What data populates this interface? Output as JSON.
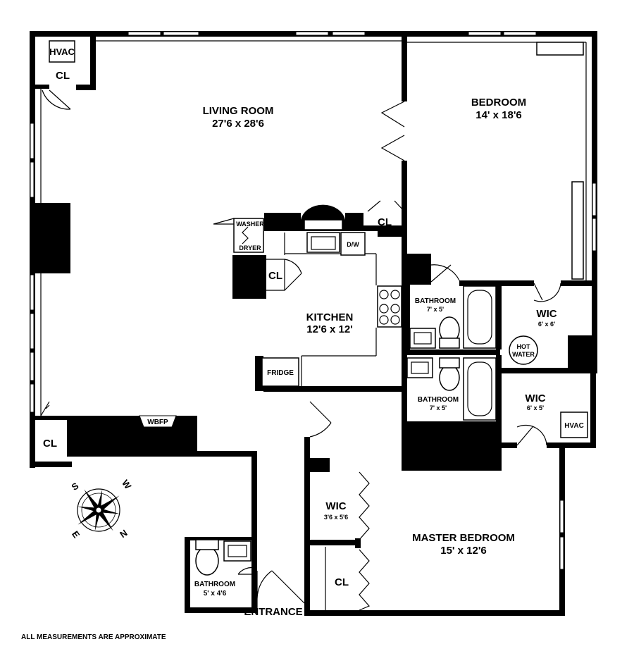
{
  "rooms": {
    "living_room": {
      "name": "LIVING ROOM",
      "size": "27'6 x 28'6"
    },
    "bedroom": {
      "name": "BEDROOM",
      "size": "14' x 18'6"
    },
    "kitchen": {
      "name": "KITCHEN",
      "size": "12'6 x 12'"
    },
    "bathroom_a": {
      "name": "BATHROOM",
      "size": "7' x 5'"
    },
    "bathroom_b": {
      "name": "BATHROOM",
      "size": "7' x 5'"
    },
    "bathroom_c": {
      "name": "BATHROOM",
      "size": "5' x 4'6"
    },
    "wic_a": {
      "name": "WIC",
      "size": "6' x 6'"
    },
    "wic_b": {
      "name": "WIC",
      "size": "6' x 5'"
    },
    "wic_c": {
      "name": "WIC",
      "size": "3'6 x 5'6"
    },
    "master_bedroom": {
      "name": "MASTER BEDROOM",
      "size": "15' x 12'6"
    }
  },
  "fixtures": {
    "hvac": "HVAC",
    "closet": "CL",
    "washer": "WASHER",
    "dryer": "DRYER",
    "dishwasher": "D/W",
    "fridge": "FRIDGE",
    "fireplace": "WBFP",
    "hot_water_1": "HOT",
    "hot_water_2": "WATER"
  },
  "entrance": "ENTRANCE",
  "compass": {
    "s": "S",
    "w": "W",
    "n": "N",
    "e": "E"
  },
  "footnote": "ALL MEASUREMENTS ARE APPROXIMATE"
}
